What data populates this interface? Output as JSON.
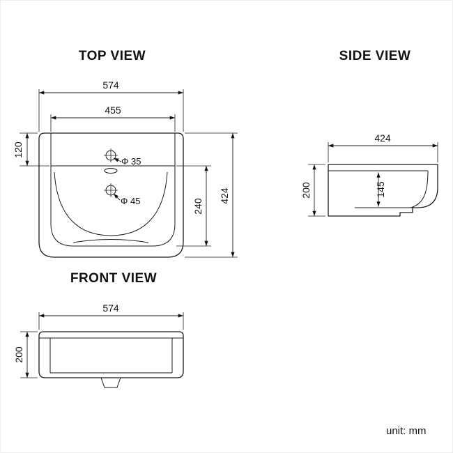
{
  "meta": {
    "unit_label": "unit: mm"
  },
  "views": {
    "top": {
      "title": "TOP VIEW",
      "dims": {
        "overall_width": "574",
        "inner_width": "455",
        "deck_depth": "120",
        "bowl_depth": "240",
        "overall_depth": "424",
        "faucet_hole_dia": "Φ 35",
        "drain_hole_dia": "Φ 45"
      }
    },
    "side": {
      "title": "SIDE VIEW",
      "dims": {
        "overall_depth": "424",
        "overall_height": "200",
        "inner_height": "145"
      }
    },
    "front": {
      "title": "FRONT VIEW",
      "dims": {
        "overall_width": "574",
        "overall_height": "200"
      }
    }
  }
}
